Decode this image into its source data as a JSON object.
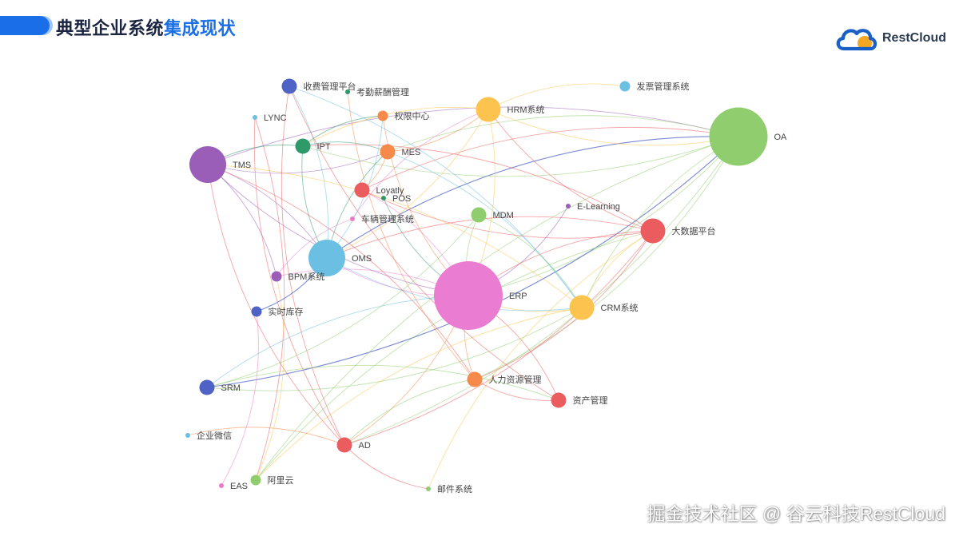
{
  "header": {
    "title_part1": "典型企业系统",
    "title_part2": "集成现状"
  },
  "logo": {
    "name": "RestCloud",
    "colors": {
      "cloud": "#1a5fc8",
      "sun": "#f5a623"
    }
  },
  "watermark": "掘金技术社区 @ 谷云科技RestCloud",
  "graph": {
    "nodes": [
      {
        "id": "收费管理平台",
        "label": "收费管理平台",
        "color": "#4f63c6",
        "size": "m"
      },
      {
        "id": "考勤薪酬管理",
        "label": "考勤薪酬管理",
        "color": "#2e9a6a",
        "size": "xs"
      },
      {
        "id": "发票管理系统",
        "label": "发票管理系统",
        "color": "#6bbfe3",
        "size": "s"
      },
      {
        "id": "LYNC",
        "label": "LYNC",
        "color": "#6bbfe3",
        "size": "xs"
      },
      {
        "id": "权限中心",
        "label": "权限中心",
        "color": "#f68a4a",
        "size": "s"
      },
      {
        "id": "HRM系统",
        "label": "HRM系统",
        "color": "#fcc44f",
        "size": "l"
      },
      {
        "id": "OA",
        "label": "OA",
        "color": "#8fcd6e",
        "size": "xxl"
      },
      {
        "id": "IPT",
        "label": "IPT",
        "color": "#2e9a6a",
        "size": "m"
      },
      {
        "id": "MES",
        "label": "MES",
        "color": "#f68a4a",
        "size": "m"
      },
      {
        "id": "TMS",
        "label": "TMS",
        "color": "#9a5db8",
        "size": "xl"
      },
      {
        "id": "Loyatly",
        "label": "Loyatly",
        "color": "#ea5c5e",
        "size": "m"
      },
      {
        "id": "POS",
        "label": "POS",
        "color": "#2e9a6a",
        "size": "xs"
      },
      {
        "id": "车辆管理系统",
        "label": "车辆管理系统",
        "color": "#ea7cc7",
        "size": "xs"
      },
      {
        "id": "MDM",
        "label": "MDM",
        "color": "#8fcd6e",
        "size": "m"
      },
      {
        "id": "E-Learning",
        "label": "E-Learning",
        "color": "#9a5db8",
        "size": "xs"
      },
      {
        "id": "大数据平台",
        "label": "大数据平台",
        "color": "#ea5c5e",
        "size": "l"
      },
      {
        "id": "OMS",
        "label": "OMS",
        "color": "#6bbfe3",
        "size": "xl"
      },
      {
        "id": "BPM系统",
        "label": "BPM系统",
        "color": "#9a5db8",
        "size": "s"
      },
      {
        "id": "ERP",
        "label": "ERP",
        "color": "#ea7cd2",
        "size": "xxxl"
      },
      {
        "id": "CRM系统",
        "label": "CRM系统",
        "color": "#fcc44f",
        "size": "l"
      },
      {
        "id": "实时库存",
        "label": "实时库存",
        "color": "#4f63c6",
        "size": "s"
      },
      {
        "id": "人力资源管理",
        "label": "人力资源管理",
        "color": "#f68a4a",
        "size": "m"
      },
      {
        "id": "SRM",
        "label": "SRM",
        "color": "#4f63c6",
        "size": "m"
      },
      {
        "id": "资产管理",
        "label": "资产管理",
        "color": "#ea5c5e",
        "size": "m"
      },
      {
        "id": "企业微信",
        "label": "企业微信",
        "color": "#6bbfe3",
        "size": "xs"
      },
      {
        "id": "AD",
        "label": "AD",
        "color": "#ea5c5e",
        "size": "m"
      },
      {
        "id": "EAS",
        "label": "EAS",
        "color": "#ea7cc7",
        "size": "xs"
      },
      {
        "id": "阿里云",
        "label": "阿里云",
        "color": "#8fcd6e",
        "size": "s"
      },
      {
        "id": "邮件系统",
        "label": "邮件系统",
        "color": "#8fcd6e",
        "size": "xs"
      }
    ],
    "edges": [
      {
        "from": "OA",
        "to": "ERP",
        "color": "#8fcd6e"
      },
      {
        "from": "OA",
        "to": "OMS",
        "color": "#4f63c6"
      },
      {
        "from": "OA",
        "to": "SRM",
        "color": "#4f63c6"
      },
      {
        "from": "OA",
        "to": "TMS",
        "color": "#9a5db8"
      },
      {
        "from": "OA",
        "to": "HRM系统",
        "color": "#fcc44f"
      },
      {
        "from": "OA",
        "to": "CRM系统",
        "color": "#8fcd6e"
      },
      {
        "from": "OA",
        "to": "AD",
        "color": "#8fcd6e"
      },
      {
        "from": "OA",
        "to": "阿里云",
        "color": "#8fcd6e"
      },
      {
        "from": "OA",
        "to": "人力资源管理",
        "color": "#8fcd6e"
      },
      {
        "from": "OA",
        "to": "MES",
        "color": "#8fcd6e"
      },
      {
        "from": "OA",
        "to": "IPT",
        "color": "#8fcd6e"
      },
      {
        "from": "OA",
        "to": "Loyatly",
        "color": "#ea5c5e"
      },
      {
        "from": "ERP",
        "to": "OMS",
        "color": "#ea7cd2"
      },
      {
        "from": "ERP",
        "to": "CRM系统",
        "color": "#fcc44f"
      },
      {
        "from": "ERP",
        "to": "MDM",
        "color": "#8fcd6e"
      },
      {
        "from": "ERP",
        "to": "人力资源管理",
        "color": "#f68a4a"
      },
      {
        "from": "ERP",
        "to": "资产管理",
        "color": "#ea5c5e"
      },
      {
        "from": "ERP",
        "to": "SRM",
        "color": "#6bbfe3"
      },
      {
        "from": "ERP",
        "to": "TMS",
        "color": "#9a5db8"
      },
      {
        "from": "ERP",
        "to": "HRM系统",
        "color": "#fcc44f"
      },
      {
        "from": "ERP",
        "to": "大数据平台",
        "color": "#ea5c5e"
      },
      {
        "from": "ERP",
        "to": "Loyatly",
        "color": "#ea7cd2"
      },
      {
        "from": "ERP",
        "to": "POS",
        "color": "#2e9a6a"
      },
      {
        "from": "ERP",
        "to": "BPM系统",
        "color": "#ea7cd2"
      },
      {
        "from": "ERP",
        "to": "AD",
        "color": "#f68a4a"
      },
      {
        "from": "OMS",
        "to": "TMS",
        "color": "#9a5db8"
      },
      {
        "from": "OMS",
        "to": "IPT",
        "color": "#2e9a6a"
      },
      {
        "from": "OMS",
        "to": "CRM系统",
        "color": "#6bbfe3"
      },
      {
        "from": "OMS",
        "to": "实时库存",
        "color": "#4f63c6"
      },
      {
        "from": "OMS",
        "to": "HRM系统",
        "color": "#fcc44f"
      },
      {
        "from": "OMS",
        "to": "大数据平台",
        "color": "#ea5c5e"
      },
      {
        "from": "OMS",
        "to": "收费管理平台",
        "color": "#6bbfe3"
      },
      {
        "from": "TMS",
        "to": "BPM系统",
        "color": "#9a5db8"
      },
      {
        "from": "TMS",
        "to": "MES",
        "color": "#9a5db8"
      },
      {
        "from": "TMS",
        "to": "CRM系统",
        "color": "#fcc44f"
      },
      {
        "from": "TMS",
        "to": "AD",
        "color": "#ea5c5e"
      },
      {
        "from": "TMS",
        "to": "人力资源管理",
        "color": "#ea5c5e"
      },
      {
        "from": "HRM系统",
        "to": "大数据平台",
        "color": "#ea5c5e"
      },
      {
        "from": "HRM系统",
        "to": "发票管理系统",
        "color": "#fcc44f"
      },
      {
        "from": "HRM系统",
        "to": "IPT",
        "color": "#fcc44f"
      },
      {
        "from": "HRM系统",
        "to": "MES",
        "color": "#f68a4a"
      },
      {
        "from": "HRM系统",
        "to": "车辆管理系统",
        "color": "#ea7cc7"
      },
      {
        "from": "CRM系统",
        "to": "大数据平台",
        "color": "#fcc44f"
      },
      {
        "from": "CRM系统",
        "to": "MES",
        "color": "#6bbfe3"
      },
      {
        "from": "CRM系统",
        "to": "SRM",
        "color": "#8fcd6e"
      },
      {
        "from": "CRM系统",
        "to": "阿里云",
        "color": "#fcc44f"
      },
      {
        "from": "大数据平台",
        "to": "AD",
        "color": "#ea5c5e"
      },
      {
        "from": "大数据平台",
        "to": "IPT",
        "color": "#ea5c5e"
      },
      {
        "from": "大数据平台",
        "to": "人力资源管理",
        "color": "#ea5c5e"
      },
      {
        "from": "大数据平台",
        "to": "邮件系统",
        "color": "#fcc44f"
      },
      {
        "from": "IPT",
        "to": "MES",
        "color": "#2e9a6a"
      },
      {
        "from": "IPT",
        "to": "TMS",
        "color": "#2e9a6a"
      },
      {
        "from": "IPT",
        "to": "权限中心",
        "color": "#2e9a6a"
      },
      {
        "from": "收费管理平台",
        "to": "AD",
        "color": "#ea5c5e"
      },
      {
        "from": "收费管理平台",
        "to": "CRM系统",
        "color": "#6bbfe3"
      },
      {
        "from": "收费管理平台",
        "to": "资产管理",
        "color": "#ea5c5e"
      },
      {
        "from": "LYNC",
        "to": "阿里云",
        "color": "#ea5c5e"
      },
      {
        "from": "LYNC",
        "to": "AD",
        "color": "#ea5c5e"
      },
      {
        "from": "权限中心",
        "to": "OMS",
        "color": "#6bbfe3"
      },
      {
        "from": "权限中心",
        "to": "ERP",
        "color": "#f68a4a"
      },
      {
        "from": "MES",
        "to": "Loyatly",
        "color": "#f68a4a"
      },
      {
        "from": "MES",
        "to": "OMS",
        "color": "#2e9a6a"
      },
      {
        "from": "SRM",
        "to": "资产管理",
        "color": "#8fcd6e"
      },
      {
        "from": "SRM",
        "to": "MDM",
        "color": "#8fcd6e"
      },
      {
        "from": "企业微信",
        "to": "AD",
        "color": "#f68a4a"
      },
      {
        "from": "AD",
        "to": "邮件系统",
        "color": "#ea5c5e"
      },
      {
        "from": "AD",
        "to": "人力资源管理",
        "color": "#8fcd6e"
      },
      {
        "from": "阿里云",
        "to": "BPM系统",
        "color": "#fcc44f"
      },
      {
        "from": "阿里云",
        "to": "大数据平台",
        "color": "#8fcd6e"
      },
      {
        "from": "EAS",
        "to": "实时库存",
        "color": "#ea7cc7"
      },
      {
        "from": "人力资源管理",
        "to": "考勤薪酬管理",
        "color": "#f68a4a"
      },
      {
        "from": "人力资源管理",
        "to": "资产管理",
        "color": "#ea5c5e"
      },
      {
        "from": "MDM",
        "to": "CRM系统",
        "color": "#8fcd6e"
      },
      {
        "from": "Loyatly",
        "to": "大数据平台",
        "color": "#ea5c5e"
      },
      {
        "from": "E-Learning",
        "to": "ERP",
        "color": "#9a5db8"
      },
      {
        "from": "车辆管理系统",
        "to": "BPM系统",
        "color": "#ea7cc7"
      }
    ]
  }
}
